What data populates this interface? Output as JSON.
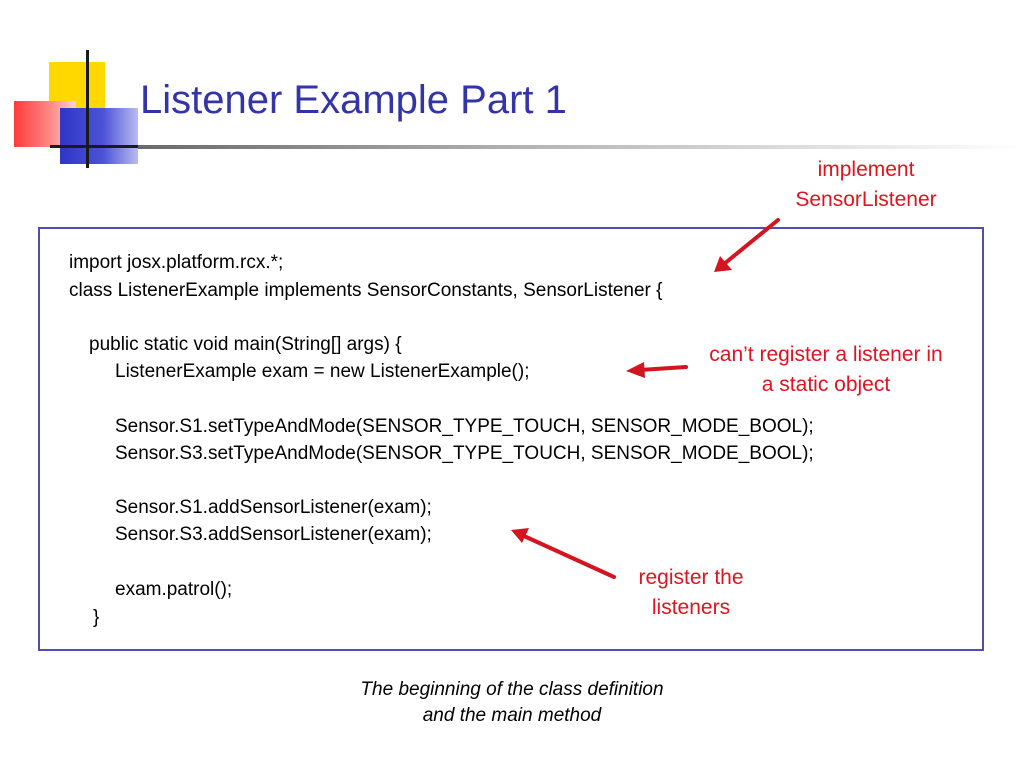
{
  "slide": {
    "title": "Listener Example Part 1",
    "caption": {
      "line1": "The beginning of the class definition",
      "line2": "and the main method"
    }
  },
  "code": {
    "lines": [
      "import josx.platform.rcx.*;",
      "class ListenerExample implements SensorConstants, SensorListener {",
      "public static void main(String[] args) {",
      "ListenerExample exam = new ListenerExample();",
      "Sensor.S1.setTypeAndMode(SENSOR_TYPE_TOUCH, SENSOR_MODE_BOOL);",
      "Sensor.S3.setTypeAndMode(SENSOR_TYPE_TOUCH, SENSOR_MODE_BOOL);",
      "Sensor.S1.addSensorListener(exam);",
      "Sensor.S3.addSensorListener(exam);",
      "exam.patrol();",
      "}"
    ]
  },
  "annotations": {
    "implement": {
      "line1": "implement",
      "line2": "SensorListener"
    },
    "static": {
      "line1": "can’t register a listener in",
      "line2": "a static object"
    },
    "register": {
      "line1": "register the",
      "line2": "listeners"
    }
  },
  "colors": {
    "title": "#3333aa",
    "annotation": "#e0141e",
    "box_border": "#4d4db3",
    "logo_yellow": "#ffd800",
    "logo_red": "#ff3b3b",
    "logo_blue": "#2f36c8"
  }
}
